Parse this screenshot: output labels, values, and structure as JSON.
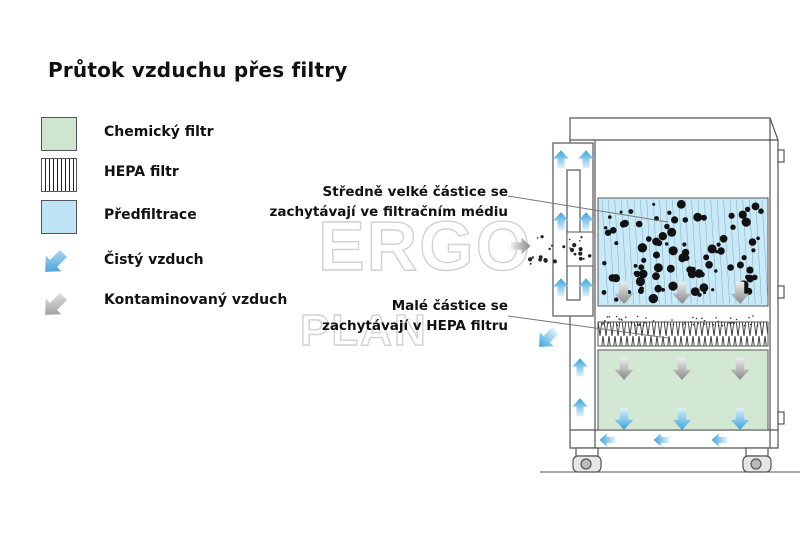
{
  "diagram": {
    "title": "Průtok vzduchu přes filtry",
    "legend": [
      {
        "id": "chemical",
        "label": "Chemický filtr",
        "color": "#cfe5cf"
      },
      {
        "id": "hepa",
        "label": "HEPA filtr",
        "color": "#ffffff"
      },
      {
        "id": "prefilter",
        "label": "Předfiltrace",
        "color": "#bfe4f5"
      },
      {
        "id": "clean-air",
        "label": "Čistý vzduch",
        "color": "#3fa6dc"
      },
      {
        "id": "contaminated-air",
        "label": "Kontaminovaný vzduch",
        "color": "#a9a9a9"
      }
    ],
    "callouts": {
      "medium_particles_line1": "Středně velké částice se",
      "medium_particles_line2": "zachytávají ve filtračním médiu",
      "small_particles_line1": "Malé částice se",
      "small_particles_line2": "zachytávají v HEPA filtru"
    },
    "watermark": {
      "line1": "ERGO",
      "line2": "PLAN"
    }
  }
}
